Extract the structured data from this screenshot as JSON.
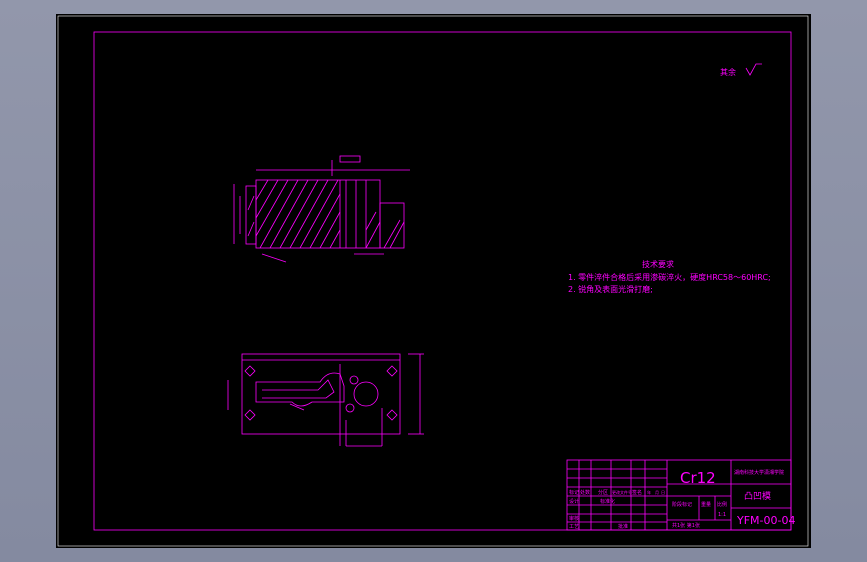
{
  "drawing": {
    "roughness_note": "其余",
    "tech_title": "技术要求",
    "tech_lines": [
      "1. 零件淬件合格后采用渗碳淬火，硬度HRC58～60HRC;",
      "2. 锐角及表面光滑打磨;"
    ],
    "material": "Cr12",
    "part_name": "凸凹模",
    "drawing_no": "YFM-00-04",
    "school": "湖南科技大学潇湘学院",
    "scale": "1:1",
    "sheet_info": "共1张 第1张",
    "mark_label": "阶段标记",
    "weight_label": "重量",
    "scale_label": "比例",
    "title_rows": [
      "标记",
      "设计",
      "审核",
      "工艺"
    ],
    "title_cols": [
      "处数",
      "分区",
      "更改文件号",
      "签名",
      "年",
      "月",
      "日"
    ],
    "std_label": "标准化",
    "approve_label": "批准"
  },
  "colors": {
    "lines": "#ff00ff",
    "background": "#000000"
  }
}
